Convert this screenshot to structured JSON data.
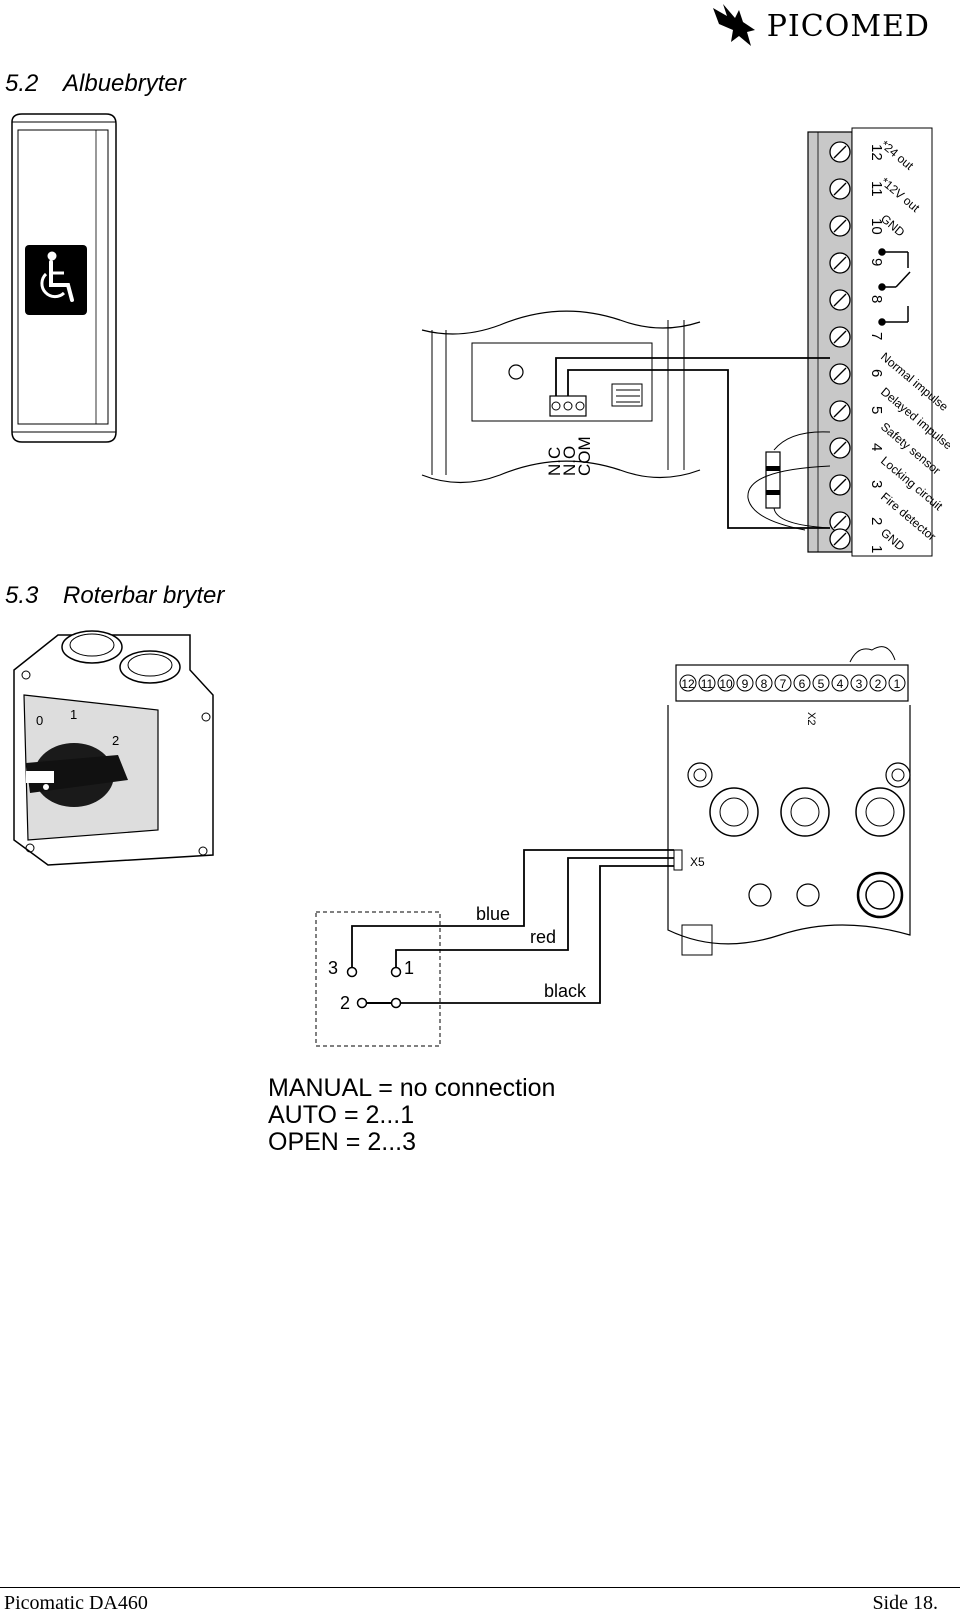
{
  "header": {
    "logo_text": "PICOMED",
    "logo_icon": "bird-hands-logo-icon"
  },
  "sections": [
    {
      "number": "5.2",
      "title": "Albuebryter"
    },
    {
      "number": "5.3",
      "title": "Roterbar bryter"
    }
  ],
  "elbow_switch": {
    "icon": "wheelchair-icon",
    "terminal_labels": [
      "N.C",
      "N.O",
      "COM"
    ],
    "terminals": [
      {
        "num": "12",
        "label": "*24 out"
      },
      {
        "num": "11",
        "label": "*12V out"
      },
      {
        "num": "10",
        "label": "GND"
      },
      {
        "num": "9",
        "label": ""
      },
      {
        "num": "8",
        "label": ""
      },
      {
        "num": "7",
        "label": ""
      },
      {
        "num": "6",
        "label": "Normal impulse"
      },
      {
        "num": "5",
        "label": "Delayed impulse"
      },
      {
        "num": "4",
        "label": "Safety sensor"
      },
      {
        "num": "3",
        "label": "Locking circuit"
      },
      {
        "num": "2",
        "label": "Fire detector"
      },
      {
        "num": "1",
        "label": "GND"
      }
    ]
  },
  "rotary_switch": {
    "positions": [
      "0",
      "1",
      "2"
    ],
    "board_terminals": [
      "12",
      "11",
      "10",
      "9",
      "8",
      "7",
      "6",
      "5",
      "4",
      "3",
      "2",
      "1"
    ],
    "board_labels": {
      "x2": "X2",
      "x5": "X5"
    },
    "wires": [
      "blue",
      "red",
      "black"
    ],
    "contacts": [
      "3",
      "1",
      "2"
    ],
    "legend": [
      "MANUAL = no connection",
      "AUTO = 2...1",
      "OPEN = 2...3"
    ]
  },
  "footer": {
    "left": "Picomatic DA460",
    "right": "Side 18."
  }
}
